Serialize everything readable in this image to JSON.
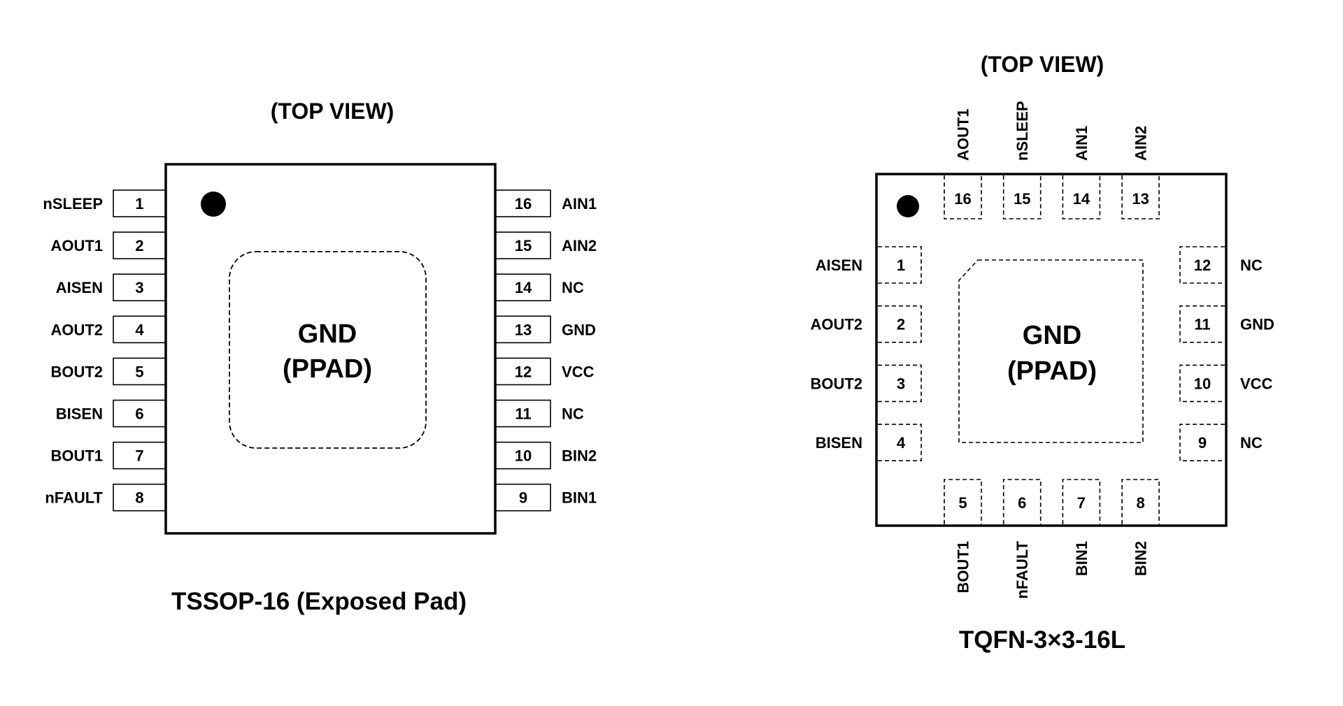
{
  "tssop": {
    "view_label": "(TOP VIEW)",
    "caption": "TSSOP-16 (Exposed Pad)",
    "pad_label_line1": "GND",
    "pad_label_line2": "(PPAD)",
    "left_pins": [
      {
        "num": "1",
        "name": "nSLEEP"
      },
      {
        "num": "2",
        "name": "AOUT1"
      },
      {
        "num": "3",
        "name": "AISEN"
      },
      {
        "num": "4",
        "name": "AOUT2"
      },
      {
        "num": "5",
        "name": "BOUT2"
      },
      {
        "num": "6",
        "name": "BISEN"
      },
      {
        "num": "7",
        "name": "BOUT1"
      },
      {
        "num": "8",
        "name": "nFAULT"
      }
    ],
    "right_pins": [
      {
        "num": "16",
        "name": "AIN1"
      },
      {
        "num": "15",
        "name": "AIN2"
      },
      {
        "num": "14",
        "name": "NC"
      },
      {
        "num": "13",
        "name": "GND"
      },
      {
        "num": "12",
        "name": "VCC"
      },
      {
        "num": "11",
        "name": "NC"
      },
      {
        "num": "10",
        "name": "BIN2"
      },
      {
        "num": "9",
        "name": "BIN1"
      }
    ]
  },
  "tqfn": {
    "view_label": "(TOP VIEW)",
    "caption": "TQFN-3×3-16L",
    "pad_label_line1": "GND",
    "pad_label_line2": "(PPAD)",
    "top_pins": [
      {
        "num": "16",
        "name": "AOUT1"
      },
      {
        "num": "15",
        "name": "nSLEEP"
      },
      {
        "num": "14",
        "name": "AIN1"
      },
      {
        "num": "13",
        "name": "AIN2"
      }
    ],
    "left_pins": [
      {
        "num": "1",
        "name": "AISEN"
      },
      {
        "num": "2",
        "name": "AOUT2"
      },
      {
        "num": "3",
        "name": "BOUT2"
      },
      {
        "num": "4",
        "name": "BISEN"
      }
    ],
    "right_pins": [
      {
        "num": "12",
        "name": "NC"
      },
      {
        "num": "11",
        "name": "GND"
      },
      {
        "num": "10",
        "name": "VCC"
      },
      {
        "num": "9",
        "name": "NC"
      }
    ],
    "bottom_pins": [
      {
        "num": "5",
        "name": "BOUT1"
      },
      {
        "num": "6",
        "name": "nFAULT"
      },
      {
        "num": "7",
        "name": "BIN1"
      },
      {
        "num": "8",
        "name": "BIN2"
      }
    ]
  }
}
